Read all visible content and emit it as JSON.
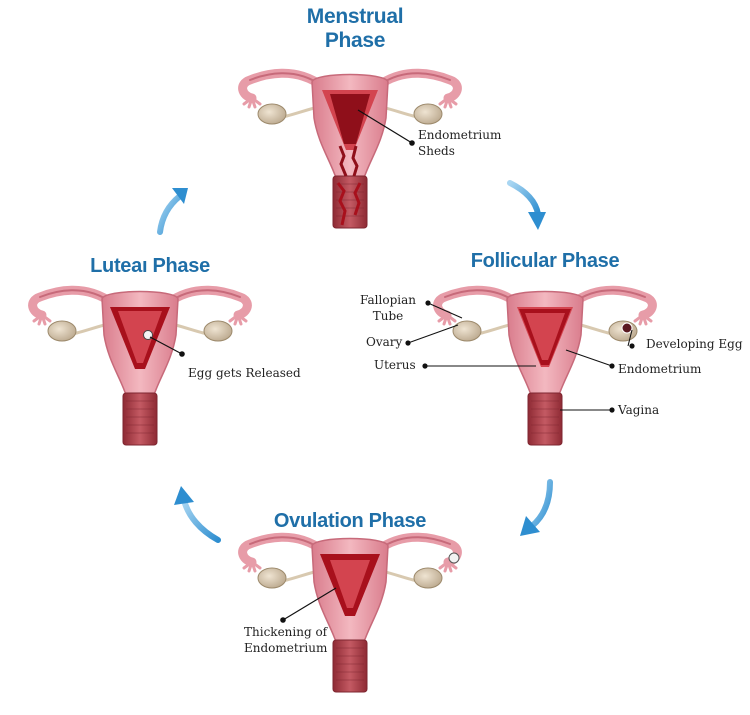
{
  "phases": {
    "menstrual": {
      "title_line1": "Menstrual",
      "title_line2": "Phase",
      "label_line1": "Endometrium",
      "label_line2": "Sheds"
    },
    "follicular": {
      "title": "Follicular Phase",
      "labels": {
        "fallopian_line1": "Fallopian",
        "fallopian_line2": "Tube",
        "ovary": "Ovary",
        "uterus": "Uterus",
        "developing_egg": "Developing Egg",
        "endometrium": "Endometrium",
        "vagina": "Vagina"
      }
    },
    "ovulation": {
      "title": "Ovulation Phase",
      "label_line1": "Thickening of",
      "label_line2": "Endometrium"
    },
    "luteal": {
      "title": "Luteaı Phase",
      "label": "Egg gets Released"
    }
  },
  "colors": {
    "title": "#1f6fa8",
    "arrow": "#4aa3d8",
    "uterus_outer": "#e89aa6",
    "uterus_inner": "#c83a45",
    "endometrium": "#a8101c",
    "ovary": "#d8c9b0",
    "vagina": "#b1414c"
  },
  "icons": [
    "curved-arrow-icon",
    "uterus-illustration",
    "egg-icon"
  ]
}
